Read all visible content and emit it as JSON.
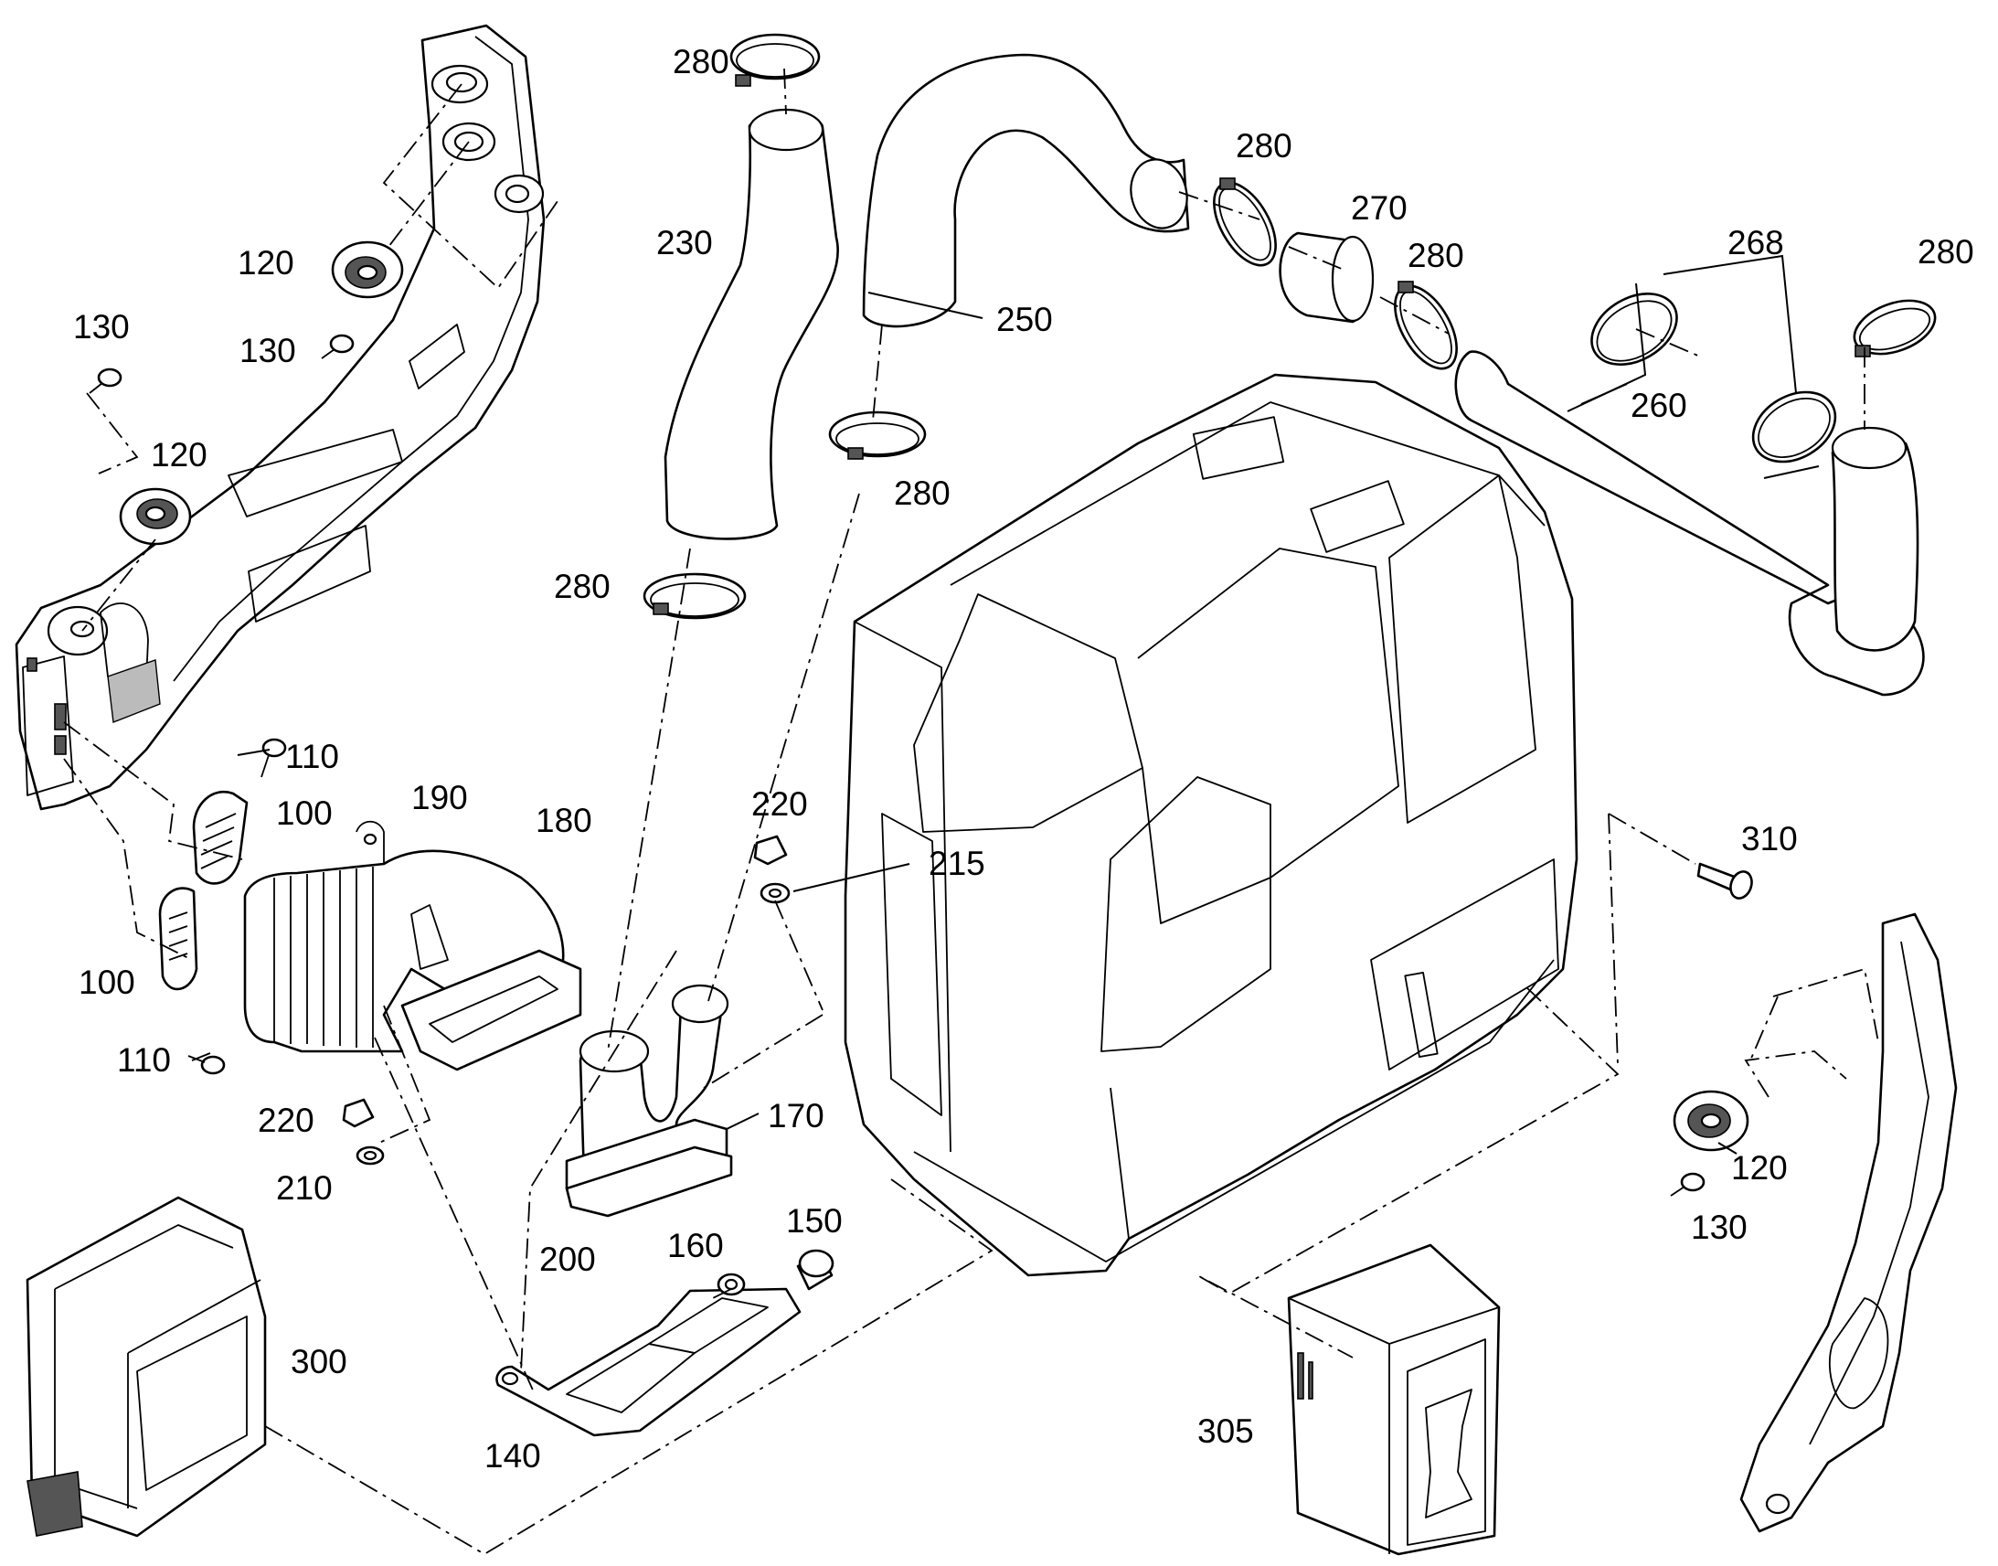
{
  "callouts": [
    {
      "id": "c-280-a",
      "text": "280"
    },
    {
      "id": "c-280-b",
      "text": "280"
    },
    {
      "id": "c-280-c",
      "text": "280"
    },
    {
      "id": "c-280-d",
      "text": "280"
    },
    {
      "id": "c-280-e",
      "text": "280"
    },
    {
      "id": "c-280-f",
      "text": "280"
    },
    {
      "id": "c-230",
      "text": "230"
    },
    {
      "id": "c-250",
      "text": "250"
    },
    {
      "id": "c-270",
      "text": "270"
    },
    {
      "id": "c-268",
      "text": "268"
    },
    {
      "id": "c-260",
      "text": "260"
    },
    {
      "id": "c-120-a",
      "text": "120"
    },
    {
      "id": "c-120-b",
      "text": "120"
    },
    {
      "id": "c-120-c",
      "text": "120"
    },
    {
      "id": "c-130-a",
      "text": "130"
    },
    {
      "id": "c-130-b",
      "text": "130"
    },
    {
      "id": "c-130-c",
      "text": "130"
    },
    {
      "id": "c-110-a",
      "text": "110"
    },
    {
      "id": "c-110-b",
      "text": "110"
    },
    {
      "id": "c-100-a",
      "text": "100"
    },
    {
      "id": "c-100-b",
      "text": "100"
    },
    {
      "id": "c-190",
      "text": "190"
    },
    {
      "id": "c-180",
      "text": "180"
    },
    {
      "id": "c-220-a",
      "text": "220"
    },
    {
      "id": "c-220-b",
      "text": "220"
    },
    {
      "id": "c-215",
      "text": "215"
    },
    {
      "id": "c-170",
      "text": "170"
    },
    {
      "id": "c-210",
      "text": "210"
    },
    {
      "id": "c-200",
      "text": "200"
    },
    {
      "id": "c-160",
      "text": "160"
    },
    {
      "id": "c-150",
      "text": "150"
    },
    {
      "id": "c-140",
      "text": "140"
    },
    {
      "id": "c-300",
      "text": "300"
    },
    {
      "id": "c-305",
      "text": "305"
    },
    {
      "id": "c-310",
      "text": "310"
    }
  ]
}
